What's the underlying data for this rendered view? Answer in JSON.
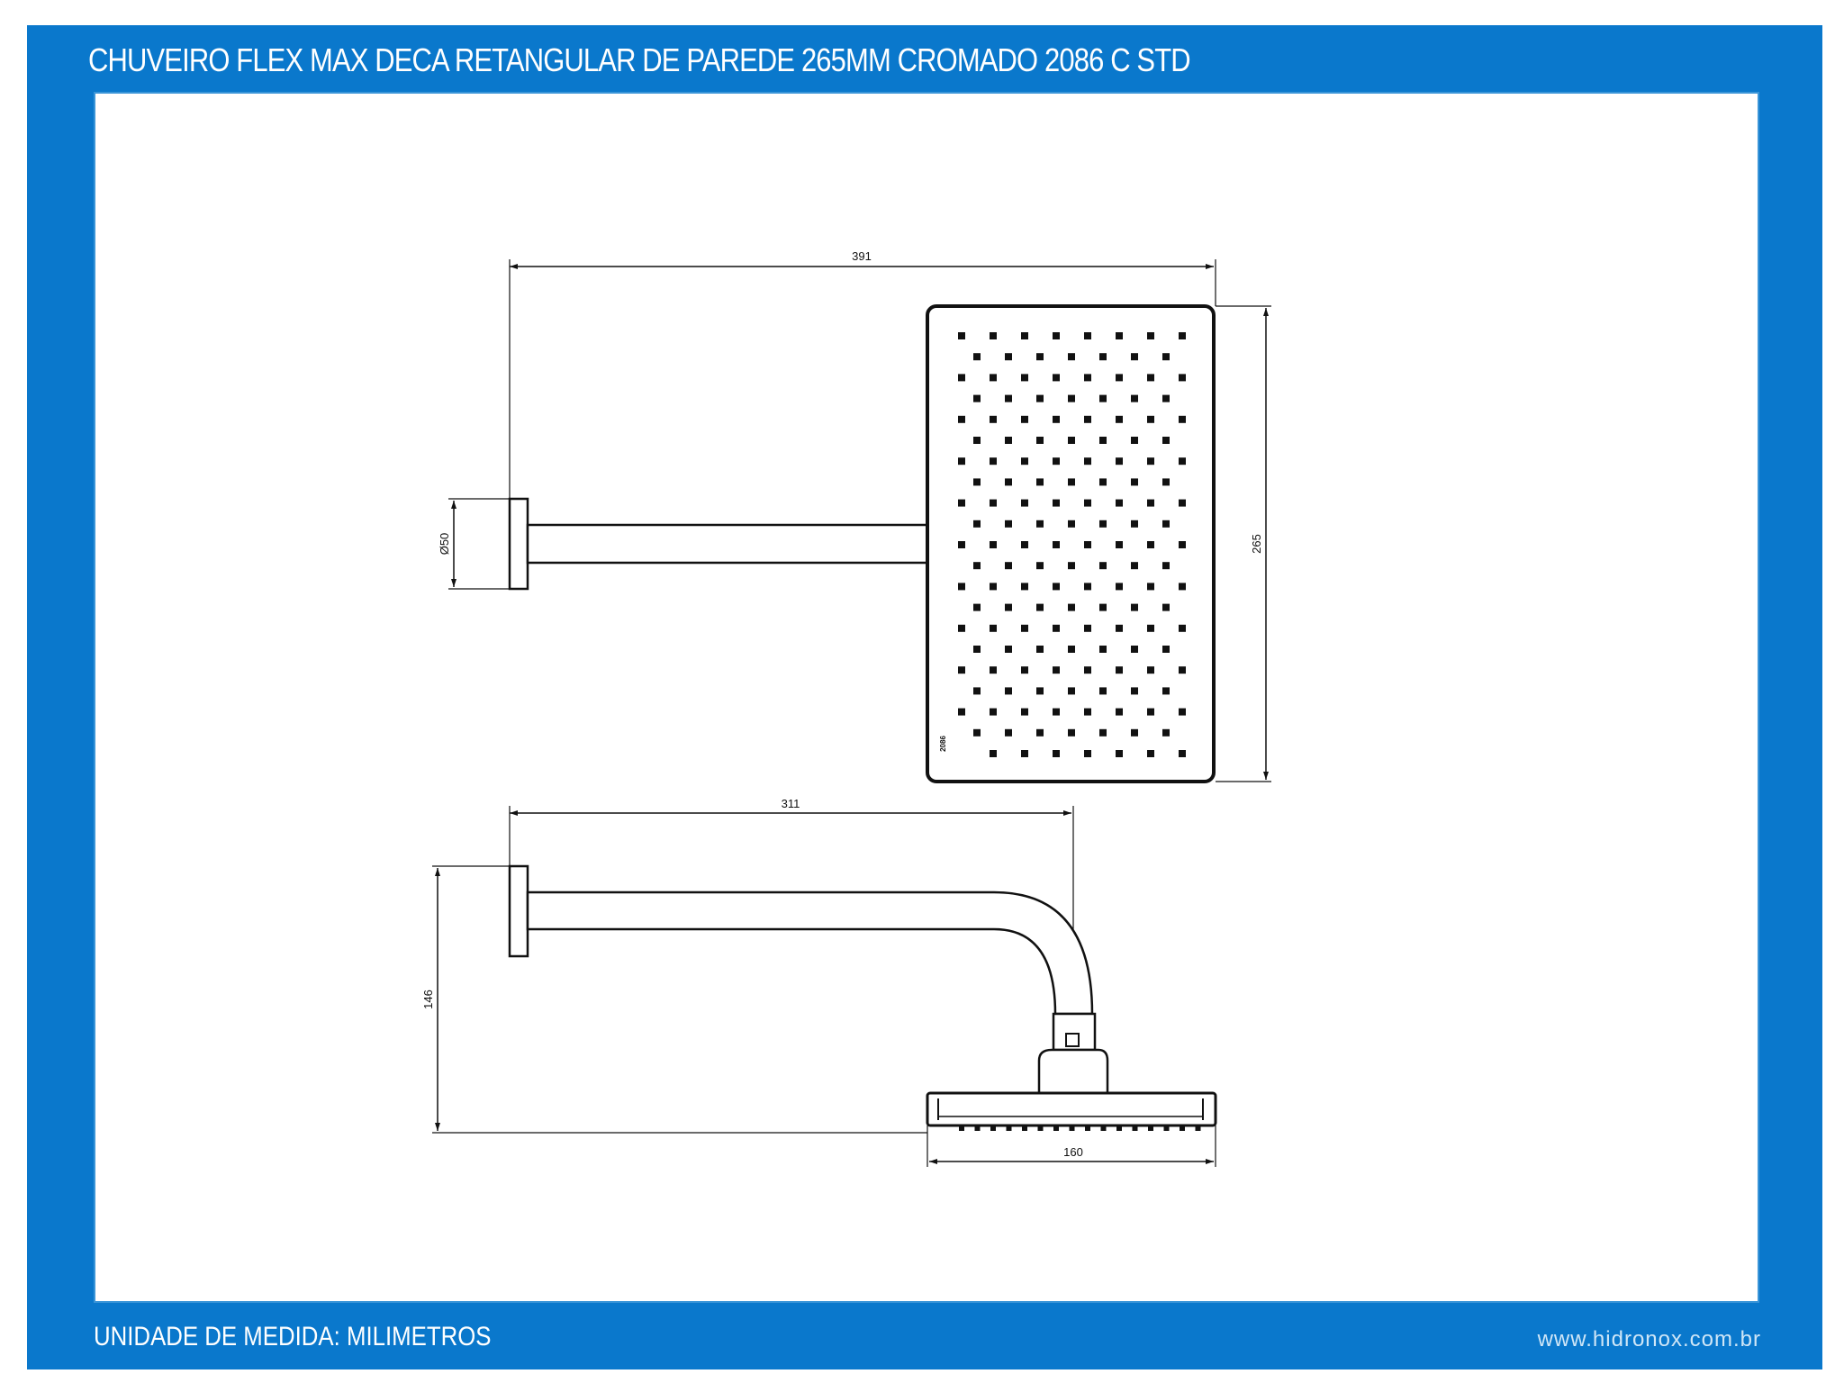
{
  "header": {
    "title": "CHUVEIRO FLEX MAX DECA RETANGULAR DE PAREDE 265MM CROMADO 2086 C STD"
  },
  "footer": {
    "unit_label": "UNIDADE DE MEDIDA: MILIMETROS",
    "website": "www.hidronox.com.br"
  },
  "colors": {
    "frame": "#0a78cc",
    "panel": "#ffffff",
    "line": "#111111"
  },
  "drawing": {
    "top_view": {
      "dim_length": "391",
      "dim_height": "265",
      "dim_flange": "Ø50",
      "head_label": "2086"
    },
    "side_view": {
      "dim_arm": "311",
      "dim_drop": "146",
      "dim_head": "160"
    }
  }
}
